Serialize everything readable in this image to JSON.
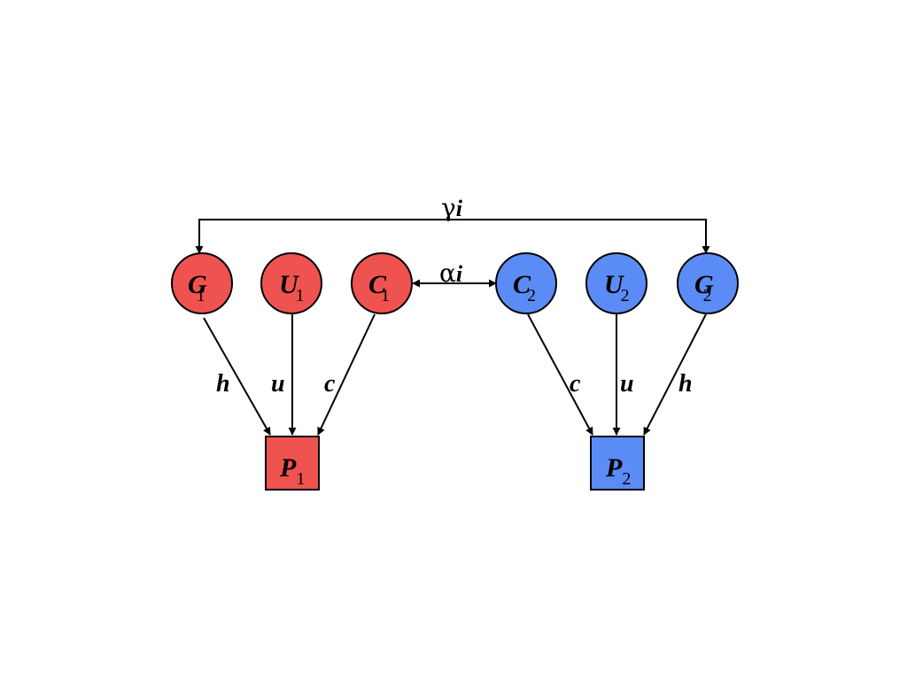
{
  "colors": {
    "group1": "#ef5350",
    "group2": "#5b8cf6",
    "stroke": "#000000"
  },
  "nodes": {
    "G1": {
      "letter": "G",
      "sub": "1"
    },
    "U1": {
      "letter": "U",
      "sub": "1"
    },
    "C1": {
      "letter": "C",
      "sub": "1"
    },
    "C2": {
      "letter": "C",
      "sub": "2"
    },
    "U2": {
      "letter": "U",
      "sub": "2"
    },
    "G2": {
      "letter": "G",
      "sub": "2"
    },
    "P1": {
      "letter": "P",
      "sub": "1"
    },
    "P2": {
      "letter": "P",
      "sub": "2"
    }
  },
  "edges": {
    "h1": "h",
    "u1": "u",
    "c1": "c",
    "c2": "c",
    "u2": "u",
    "h2": "h"
  },
  "couplings": {
    "gamma": {
      "symbol": "γ",
      "sub": "i"
    },
    "alpha": {
      "symbol": "α",
      "sub": "i"
    }
  }
}
